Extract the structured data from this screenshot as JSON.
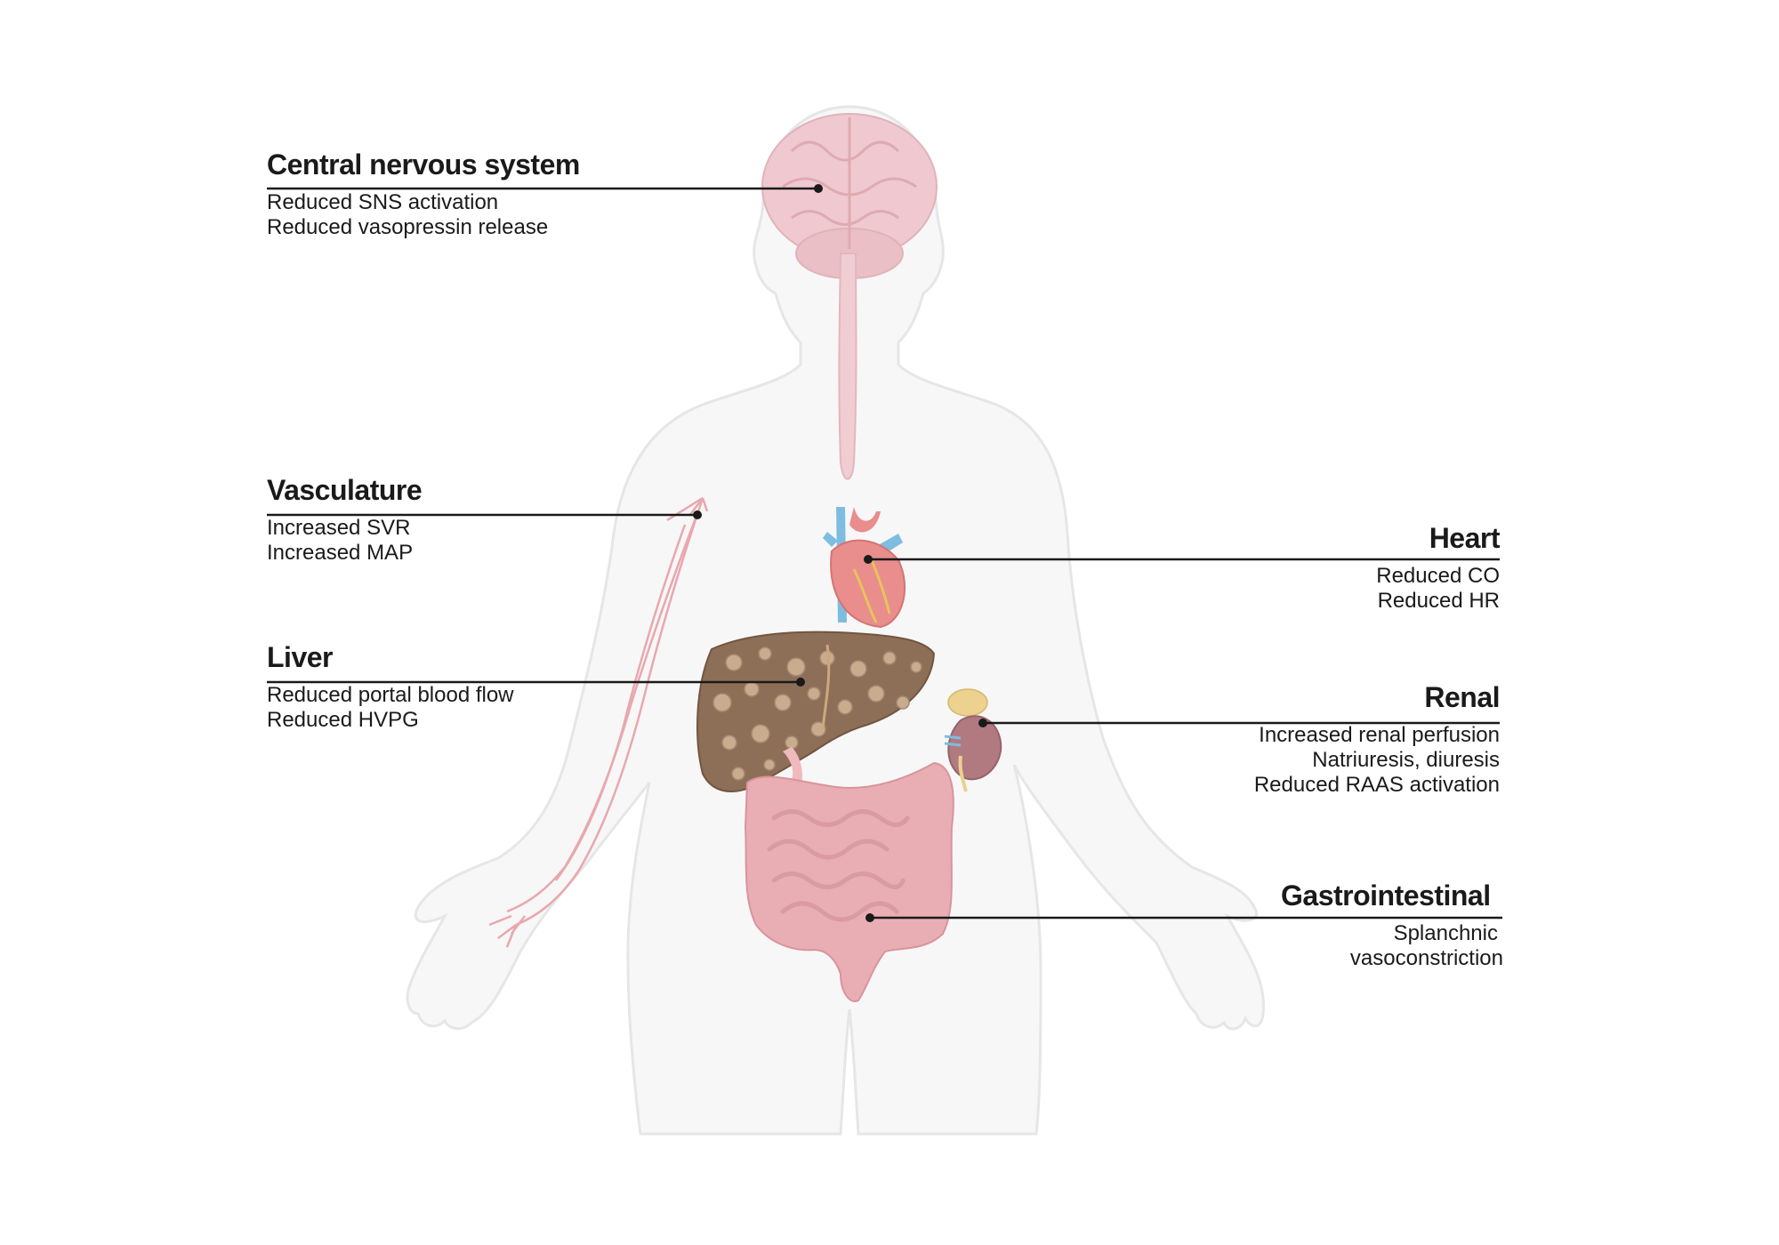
{
  "callouts": {
    "cns": {
      "title": "Central nervous system",
      "lines": [
        "Reduced SNS activation",
        "Reduced vasopressin release"
      ]
    },
    "vasculature": {
      "title": "Vasculature",
      "lines": [
        "Increased SVR",
        "Increased MAP"
      ]
    },
    "liver": {
      "title": "Liver",
      "lines": [
        "Reduced portal blood flow",
        "Reduced HVPG"
      ]
    },
    "heart": {
      "title": "Heart",
      "lines": [
        "Reduced CO",
        "Reduced HR"
      ]
    },
    "renal": {
      "title": "Renal",
      "lines": [
        "Increased renal perfusion",
        "Natriuresis, diuresis",
        "Reduced RAAS activation"
      ]
    },
    "gi": {
      "title": "Gastrointestinal",
      "lines": [
        "Splanchnic",
        "vasoconstriction"
      ]
    }
  },
  "colors": {
    "body_outline": "#e6e6e6",
    "body_fill": "#f7f7f7",
    "brain": "#efc9cf",
    "heart": "#e98d8d",
    "vein": "#7fbde0",
    "liver": "#8d6f58",
    "kidney": "#b07a80",
    "adrenal": "#ecd18f",
    "intestine": "#e9aeb3",
    "leader": "#1a1a1a"
  }
}
